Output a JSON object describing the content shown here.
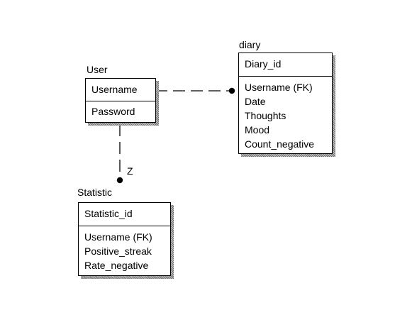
{
  "entities": {
    "user": {
      "title": "User",
      "key": "Username",
      "attributes": [
        "Password"
      ]
    },
    "diary": {
      "title": "diary",
      "key": "Diary_id",
      "attributes": [
        "Username (FK)",
        "Date",
        "Thoughts",
        "Mood",
        "Count_negative"
      ]
    },
    "statistic": {
      "title": "Statistic",
      "key": "Statistic_id",
      "attributes": [
        "Username (FK)",
        "Positive_streak",
        "Rate_negative"
      ]
    }
  },
  "relationships": [
    {
      "from": "User",
      "to": "diary",
      "cardinality": ""
    },
    {
      "from": "User",
      "to": "Statistic",
      "cardinality": "Z"
    }
  ],
  "colors": {
    "line": "#000000",
    "shadow": "#6a6a6a",
    "background": "#ffffff"
  }
}
